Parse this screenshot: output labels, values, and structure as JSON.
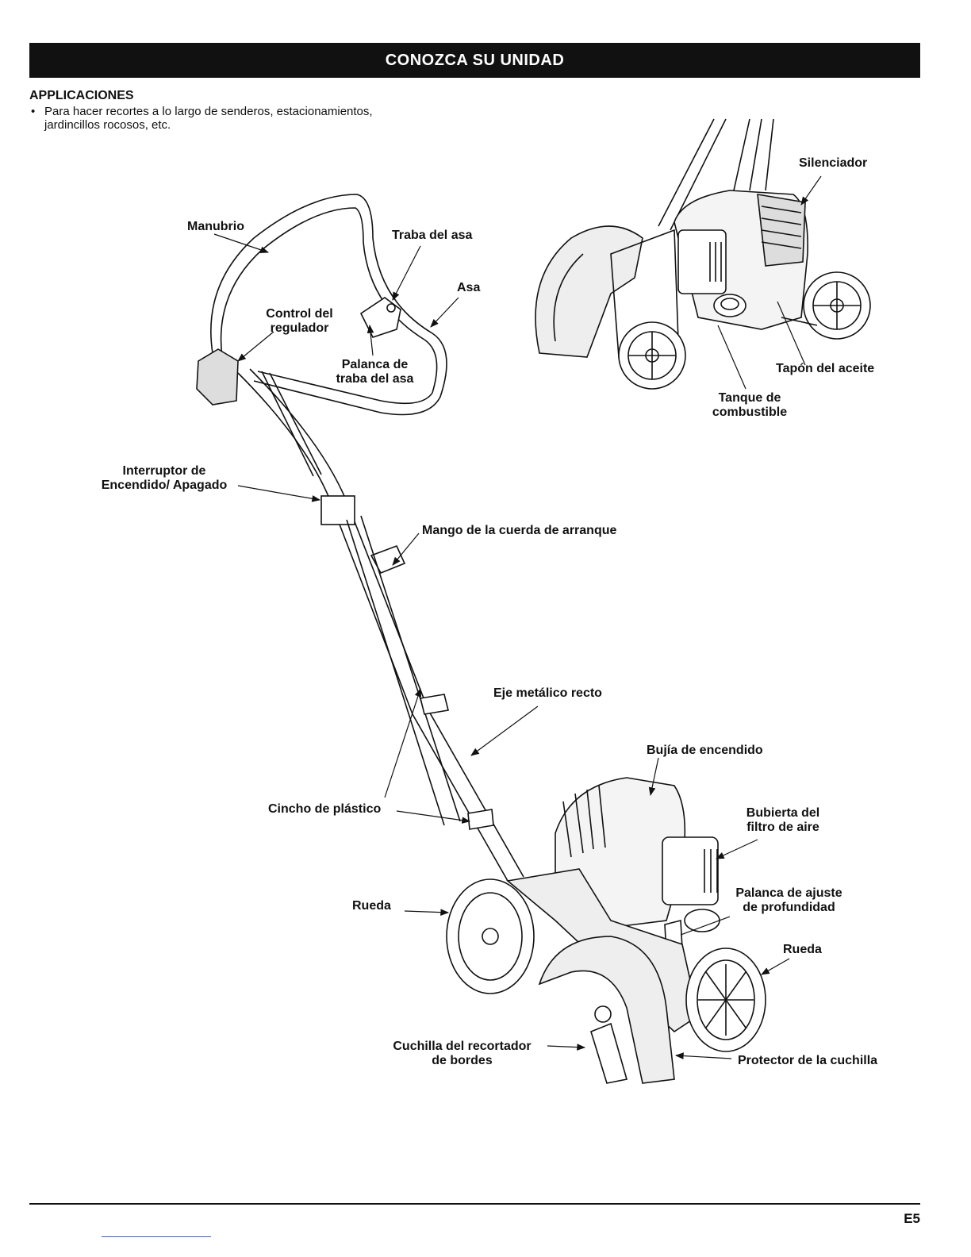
{
  "header": {
    "title": "CONOZCA SU UNIDAD"
  },
  "section": {
    "title": "APPLICACIONES",
    "bullet_line1": "Para hacer recortes a lo largo de senderos, estacionamientos,",
    "bullet_line2": "jardincillos rocosos, etc."
  },
  "labels": {
    "manubrio": "Manubrio",
    "traba_asa": "Traba del asa",
    "asa": "Asa",
    "control_1": "Control del",
    "control_2": "regulador",
    "palanca_1": "Palanca de",
    "palanca_2": "traba del asa",
    "silenciador": "Silenciador",
    "tapon": "Tapón del aceite",
    "tanque_1": "Tanque de",
    "tanque_2": "combustible",
    "interruptor_1": "Interruptor de",
    "interruptor_2": "Encendido/ Apagado",
    "mango": "Mango de la cuerda de arranque",
    "eje": "Eje metálico recto",
    "bujia": "Bujía de encendido",
    "cincho": "Cincho de plástico",
    "bubierta_1": "Bubierta del",
    "bubierta_2": "filtro de aire",
    "rueda_left": "Rueda",
    "palanca_ajuste_1": "Palanca de ajuste",
    "palanca_ajuste_2": "de profundidad",
    "rueda_right": "Rueda",
    "cuchilla_1": "Cuchilla del recortador",
    "cuchilla_2": "de bordes",
    "protector": "Protector de la cuchilla"
  },
  "footer": {
    "page_number": "E5"
  }
}
